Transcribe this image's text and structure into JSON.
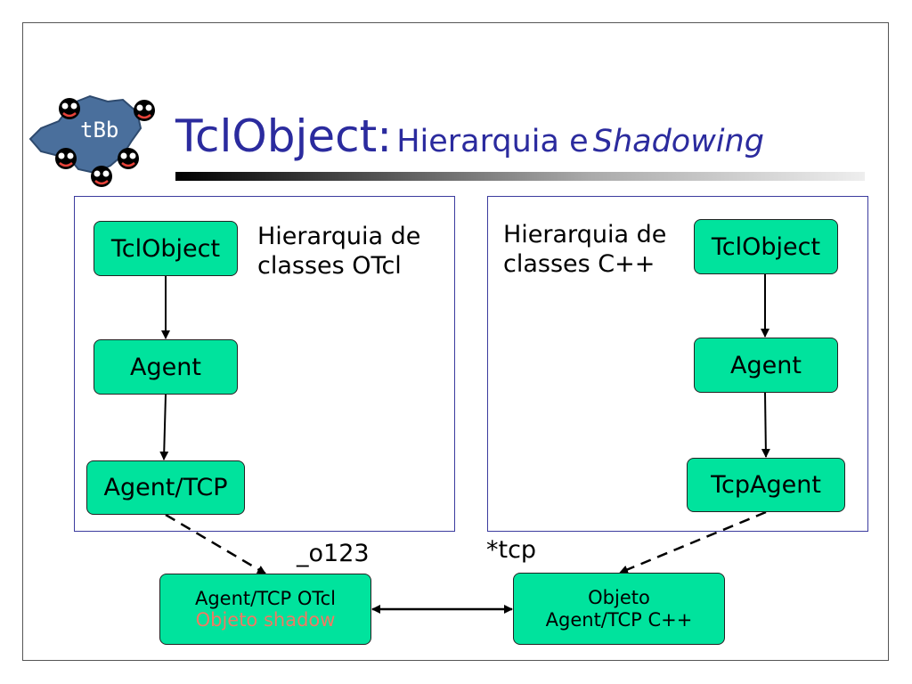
{
  "slide": {
    "title_main": "TclObject:",
    "title_sub": "Hierarquia e",
    "title_italic": "Shadowing"
  },
  "logo": {
    "text": "tBb",
    "colors": {
      "map": "#4a6f9c",
      "face": "#000000",
      "eyes": "#ffffff",
      "mouth": "#e8433a"
    }
  },
  "otcl_panel": {
    "label_line1": "Hierarquia de",
    "label_line2": "classes OTcl",
    "nodes": [
      "TclObject",
      "Agent",
      "Agent/TCP"
    ]
  },
  "cpp_panel": {
    "label_line1": "Hierarquia de",
    "label_line2": "classes C++",
    "nodes": [
      "TclObject",
      "Agent",
      "TcpAgent"
    ]
  },
  "bottom": {
    "otcl_object_line1": "Agent/TCP OTcl",
    "otcl_object_line2": "Objeto shadow",
    "cpp_object_line1": "Objeto",
    "cpp_object_line2": "Agent/TCP C++",
    "handle_label": "_o123",
    "pointer_label": "*tcp"
  },
  "colors": {
    "title": "#2b2b9e",
    "node_fill": "#00e39d",
    "panel_border": "#3b3b9e",
    "shadow_text": "#f07a63"
  }
}
